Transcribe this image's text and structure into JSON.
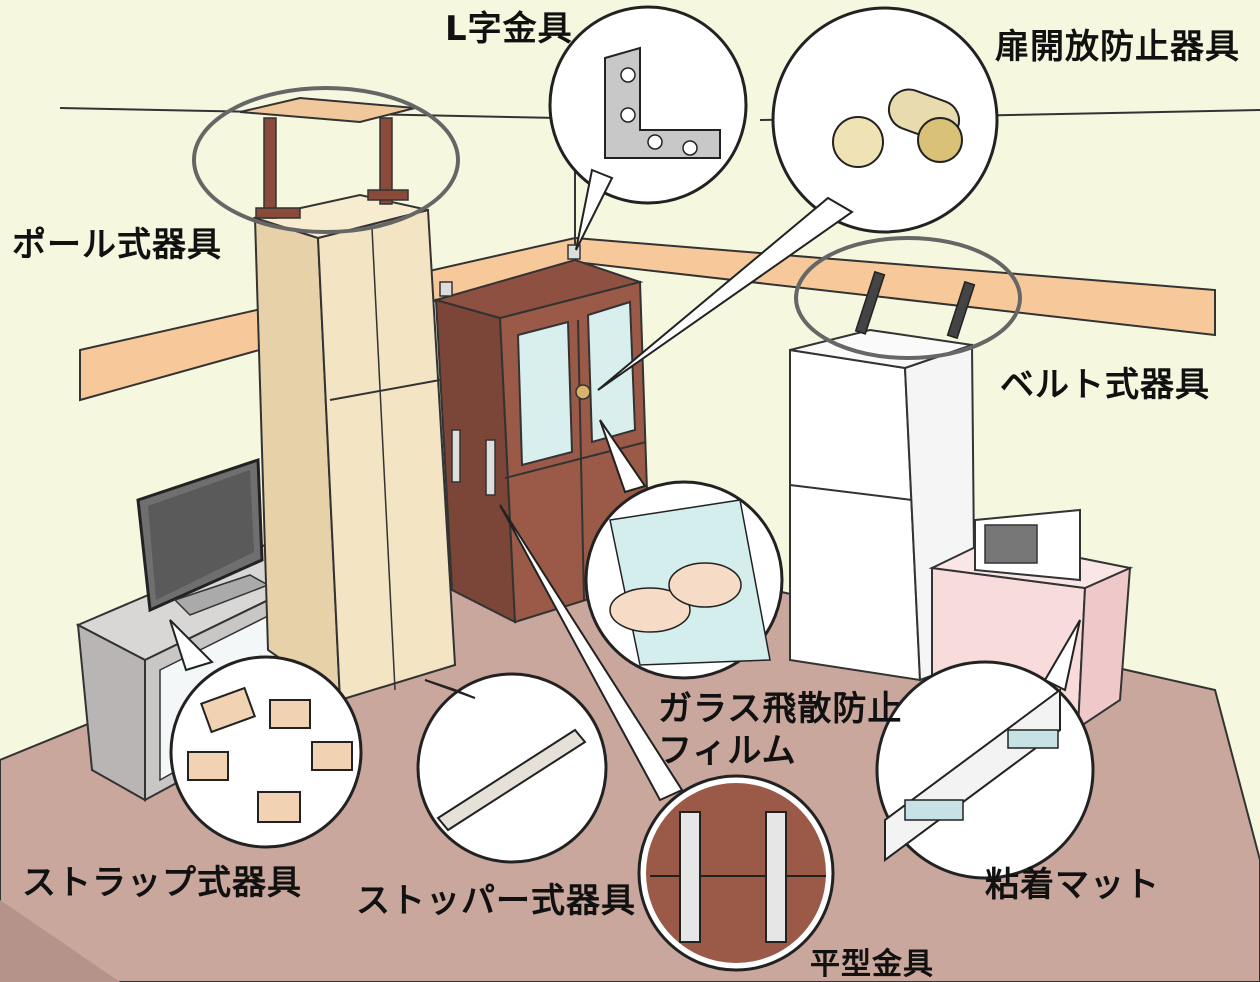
{
  "labels": {
    "l_bracket": "L字金具",
    "door_stopper": "扉開放防止器具",
    "pole": "ポール式器具",
    "belt": "ベルト式器具",
    "glass_film_line1": "ガラス飛散防止",
    "glass_film_line2": "フィルム",
    "strap": "ストラップ式器具",
    "stopper": "ストッパー式器具",
    "adhesive_mat": "粘着マット",
    "flat_bracket": "平型金具"
  },
  "colors": {
    "wall": "#f6f7df",
    "skirting": "#f6c89a",
    "floor": "#c9a79c",
    "floor_dark": "#b6938a",
    "tall_cabinet": "#f3e4c3",
    "tall_cabinet_dark": "#e6d1a8",
    "glass_cabinet": "#9b5a48",
    "glass_cabinet_side": "#7b4537",
    "glass_pane": "#d8efee",
    "fridge": "#ffffff",
    "tv_stand": "#c9c6c6",
    "pink_cabinet": "#f8dcdc",
    "pole_wood": "#8a4a3a",
    "line": "#222222",
    "circle_outline": "#666666"
  }
}
